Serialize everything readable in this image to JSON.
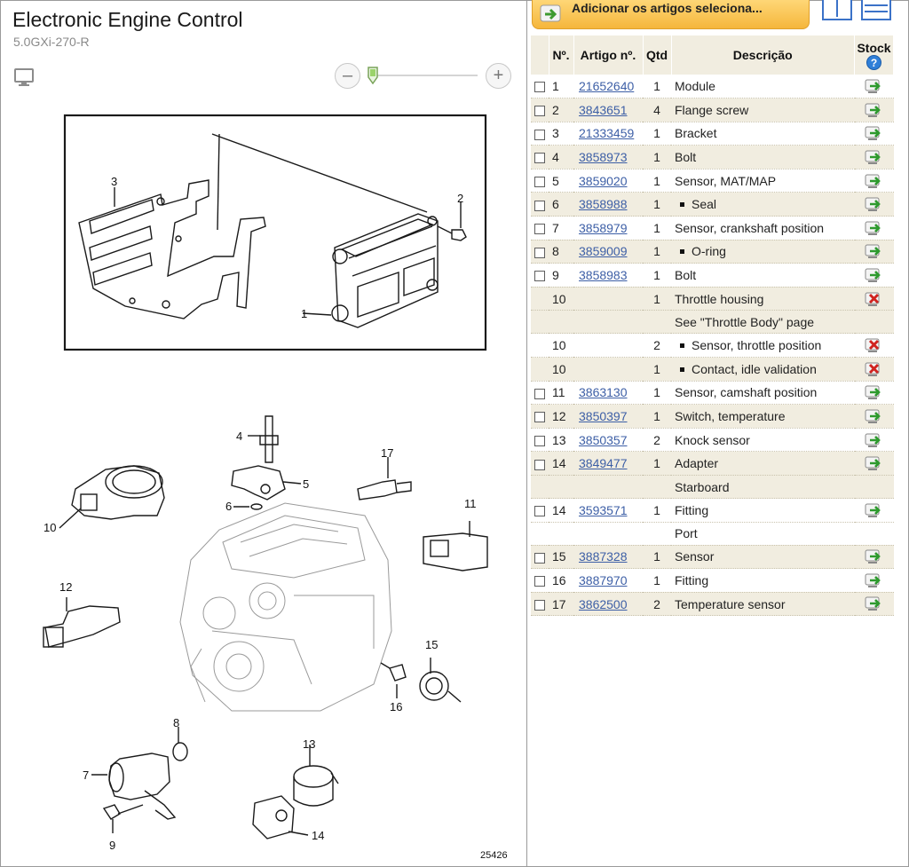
{
  "header": {
    "title": "Electronic Engine Control",
    "subtitle": "5.0GXi-270-R"
  },
  "zoom": {
    "minus_label": "–",
    "plus_label": "+",
    "level": 0.0
  },
  "diagram": {
    "callouts": [
      "1",
      "2",
      "3",
      "4",
      "5",
      "6",
      "7",
      "8",
      "9",
      "10",
      "11",
      "12",
      "13",
      "14",
      "15",
      "16",
      "17"
    ],
    "figure_number": "25426"
  },
  "toolbar": {
    "add_label": "Adicionar os artigos seleciona...",
    "view_split": "split-view-icon",
    "view_list": "list-view-icon"
  },
  "table": {
    "headers": {
      "num": "Nº.",
      "article": "Artigo nº.",
      "qty": "Qtd",
      "description": "Descrição",
      "stock": "Stock",
      "help": "?"
    },
    "rows": [
      {
        "num": "1",
        "article": "21652640",
        "qty": "1",
        "desc": "Module",
        "sub": "",
        "bullet": false,
        "check": true,
        "stock": "available",
        "alt": false
      },
      {
        "num": "2",
        "article": "3843651",
        "qty": "4",
        "desc": "Flange screw",
        "sub": "",
        "bullet": false,
        "check": true,
        "stock": "available",
        "alt": true
      },
      {
        "num": "3",
        "article": "21333459",
        "qty": "1",
        "desc": "Bracket",
        "sub": "",
        "bullet": false,
        "check": true,
        "stock": "available",
        "alt": false
      },
      {
        "num": "4",
        "article": "3858973",
        "qty": "1",
        "desc": "Bolt",
        "sub": "",
        "bullet": false,
        "check": true,
        "stock": "available",
        "alt": true
      },
      {
        "num": "5",
        "article": "3859020",
        "qty": "1",
        "desc": "Sensor, MAT/MAP",
        "sub": "",
        "bullet": false,
        "check": true,
        "stock": "available",
        "alt": false
      },
      {
        "num": "6",
        "article": "3858988",
        "qty": "1",
        "desc": "Seal",
        "sub": "",
        "bullet": true,
        "check": true,
        "stock": "available",
        "alt": true
      },
      {
        "num": "7",
        "article": "3858979",
        "qty": "1",
        "desc": "Sensor, crankshaft position",
        "sub": "",
        "bullet": false,
        "check": true,
        "stock": "available",
        "alt": false
      },
      {
        "num": "8",
        "article": "3859009",
        "qty": "1",
        "desc": "O-ring",
        "sub": "",
        "bullet": true,
        "check": true,
        "stock": "available",
        "alt": true
      },
      {
        "num": "9",
        "article": "3858983",
        "qty": "1",
        "desc": "Bolt",
        "sub": "",
        "bullet": false,
        "check": true,
        "stock": "available",
        "alt": false
      },
      {
        "num": "10",
        "article": "",
        "qty": "1",
        "desc": "Throttle housing",
        "sub": "See \"Throttle Body\" page",
        "bullet": false,
        "check": false,
        "stock": "unavailable",
        "alt": true
      },
      {
        "num": "10",
        "article": "",
        "qty": "2",
        "desc": "Sensor, throttle position",
        "sub": "",
        "bullet": true,
        "check": false,
        "stock": "unavailable",
        "alt": false
      },
      {
        "num": "10",
        "article": "",
        "qty": "1",
        "desc": "Contact, idle validation",
        "sub": "",
        "bullet": true,
        "check": false,
        "stock": "unavailable",
        "alt": true
      },
      {
        "num": "11",
        "article": "3863130",
        "qty": "1",
        "desc": "Sensor, camshaft position",
        "sub": "",
        "bullet": false,
        "check": true,
        "stock": "available",
        "alt": false
      },
      {
        "num": "12",
        "article": "3850397",
        "qty": "1",
        "desc": "Switch, temperature",
        "sub": "",
        "bullet": false,
        "check": true,
        "stock": "available",
        "alt": true
      },
      {
        "num": "13",
        "article": "3850357",
        "qty": "2",
        "desc": "Knock sensor",
        "sub": "",
        "bullet": false,
        "check": true,
        "stock": "available",
        "alt": false
      },
      {
        "num": "14",
        "article": "3849477",
        "qty": "1",
        "desc": "Adapter",
        "sub": "Starboard",
        "bullet": false,
        "check": true,
        "stock": "available",
        "alt": true
      },
      {
        "num": "14",
        "article": "3593571",
        "qty": "1",
        "desc": "Fitting",
        "sub": "Port",
        "bullet": false,
        "check": true,
        "stock": "available",
        "alt": false
      },
      {
        "num": "15",
        "article": "3887328",
        "qty": "1",
        "desc": "Sensor",
        "sub": "",
        "bullet": false,
        "check": true,
        "stock": "available",
        "alt": true
      },
      {
        "num": "16",
        "article": "3887970",
        "qty": "1",
        "desc": "Fitting",
        "sub": "",
        "bullet": false,
        "check": true,
        "stock": "available",
        "alt": false
      },
      {
        "num": "17",
        "article": "3862500",
        "qty": "2",
        "desc": "Temperature sensor",
        "sub": "",
        "bullet": false,
        "check": true,
        "stock": "available",
        "alt": true
      }
    ]
  },
  "colors": {
    "link": "#3d5fa6",
    "row_alt": "#f1ede0",
    "stock_green": "#2e9a2e",
    "stock_red": "#d0231f",
    "accent_orange": "#f5b63c"
  }
}
